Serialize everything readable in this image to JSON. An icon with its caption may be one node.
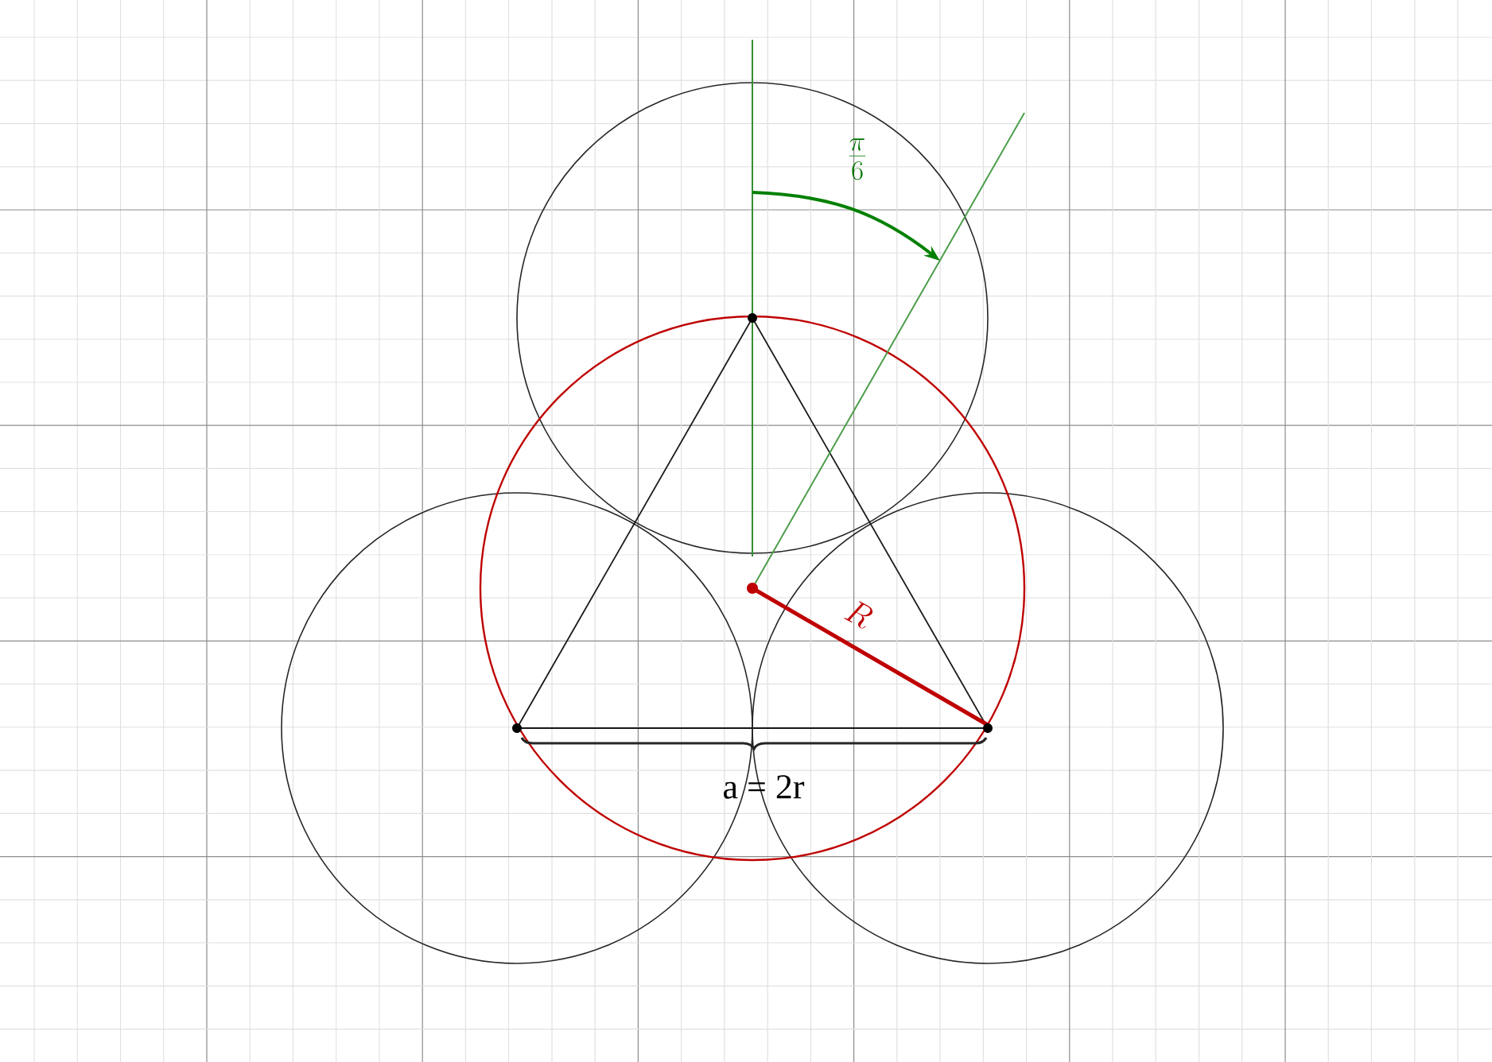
{
  "diagram": {
    "labels": [
      "\\frac{\\pi}{6}",
      "R",
      "a = 2r"
    ]
  }
}
